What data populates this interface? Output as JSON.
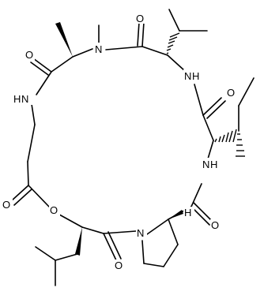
{
  "atom_labels": {
    "n_methyl": "N",
    "n_amide_top": "N",
    "n_amide_right": "N",
    "n_amide_left": "N",
    "n_proline": "N",
    "o_ester": "O",
    "o_carbonyl_1": "O",
    "o_carbonyl_2": "O",
    "o_carbonyl_3": "O",
    "o_carbonyl_4": "O",
    "o_carbonyl_5": "O",
    "o_carbonyl_6": "O",
    "h_proline": "H",
    "h_amide_top": "H",
    "h_amide_right": "H",
    "h_amide_left": "H"
  }
}
